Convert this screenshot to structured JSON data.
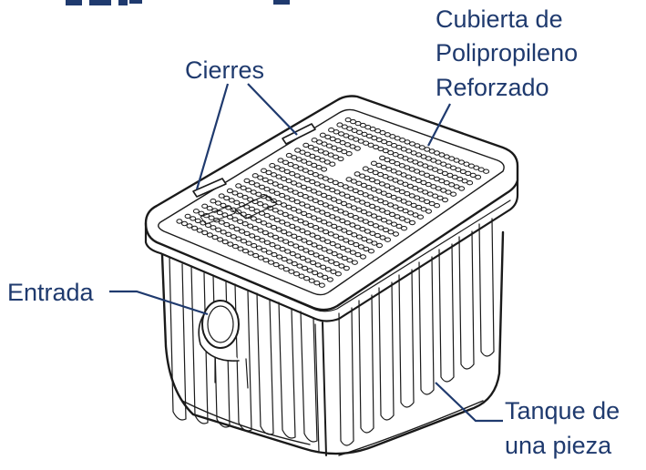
{
  "labels": {
    "cover": [
      "Cubierta de",
      "Polipropileno",
      "Reforzado"
    ],
    "latches": "Cierres",
    "inlet": "Entrada",
    "tank": [
      "Tanque de",
      "una pieza"
    ]
  },
  "colors": {
    "label_text": "#1f3a6e",
    "line_art": "#1a1a1a",
    "background": "#ffffff"
  }
}
